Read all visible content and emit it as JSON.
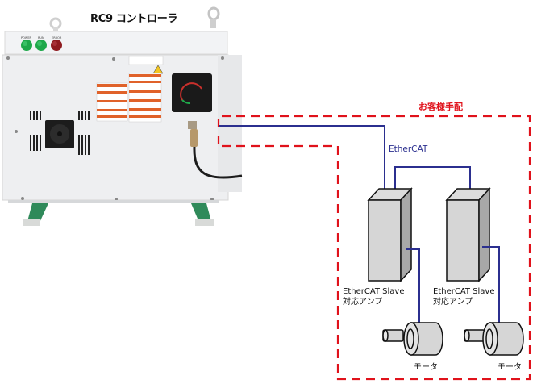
{
  "title": "RC9 コントローラ",
  "controller": {
    "leds": [
      {
        "label": "POWER",
        "color": "#1fa84a"
      },
      {
        "label": "RUN",
        "color": "#1fa84a"
      },
      {
        "label": "ERROR",
        "color": "#8e1a1f"
      }
    ]
  },
  "scope_label": "お客様手配",
  "network_label": "EtherCAT",
  "amplifiers": [
    {
      "line1": "EtherCAT Slave",
      "line2": "対応アンプ"
    },
    {
      "line1": "EtherCAT Slave",
      "line2": "対応アンプ"
    }
  ],
  "motors": [
    {
      "label": "モータ"
    },
    {
      "label": "モータ"
    }
  ],
  "colors": {
    "scope_border": "#e0121b",
    "network_line": "#2b2f8f"
  }
}
